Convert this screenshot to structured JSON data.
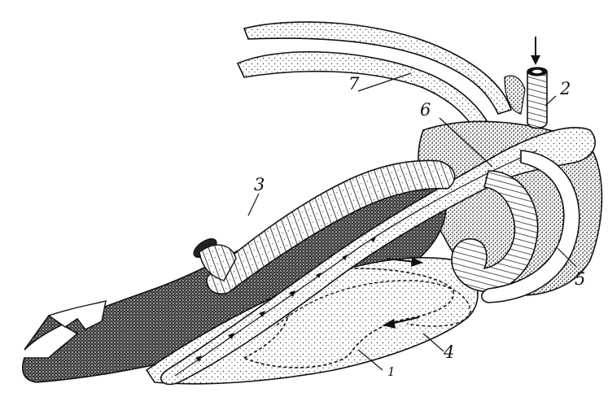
{
  "figure": {
    "labels": {
      "l1": "1",
      "l2": "2",
      "l3": "3",
      "l4": "4",
      "l5": "5",
      "l6": "6",
      "l7": "7"
    },
    "colors": {
      "ink": "#111111",
      "stipple": "#3a3a3a",
      "dark_mass": "#2b2b2b",
      "paper": "#ffffff"
    },
    "icons": {
      "flow_arrow_top": "arrow-down-icon",
      "flow_arrow_mid": "arrow-right-icon",
      "flow_arrow_low": "arrow-left-icon"
    }
  }
}
